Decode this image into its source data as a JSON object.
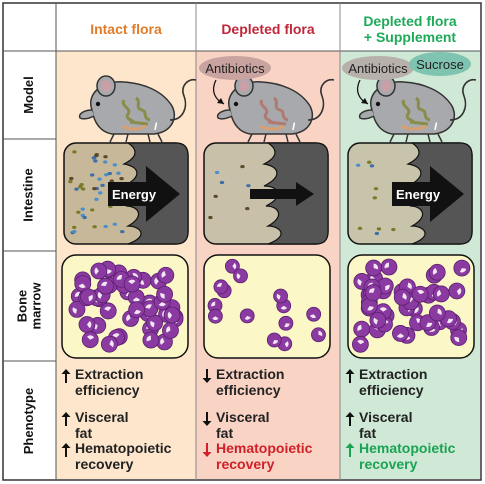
{
  "columns": [
    {
      "title": "Intact flora",
      "color": "#e07b2a"
    },
    {
      "title": "Depleted flora",
      "color": "#c0283a"
    },
    {
      "title_line1": "Depleted flora",
      "title_line2": "+ Supplement",
      "color": "#1faa5a"
    }
  ],
  "rows": [
    "Model",
    "Intestine",
    "Bone marrow",
    "Phenotype"
  ],
  "row_bone_line1": "Bone",
  "row_bone_line2": "marrow",
  "model": {
    "depleted_label": "Antibiotics",
    "supplement_label1": "Antibiotics",
    "supplement_label2": "Sucrose"
  },
  "intestine": {
    "energy_label": "Energy"
  },
  "phenotype": {
    "extraction_line1": "Extraction",
    "extraction_line2": "efficiency",
    "visceral": "Visceral fat",
    "hema_line1": "Hematopoietic",
    "hema_line2": "recovery"
  },
  "phenotype_directions": {
    "intact": [
      "up",
      "up",
      "up"
    ],
    "depleted": [
      "down",
      "down",
      "down"
    ],
    "supplement": [
      "up",
      "up",
      "up"
    ]
  },
  "colors": {
    "intact_bg": "#fde6cc",
    "depleted_bg": "#f9d3c4",
    "supplement_bg": "#cfe9d6",
    "red_text": "#d0202a",
    "green_text": "#1aa352",
    "cell_purple": "#8a3aa0"
  }
}
